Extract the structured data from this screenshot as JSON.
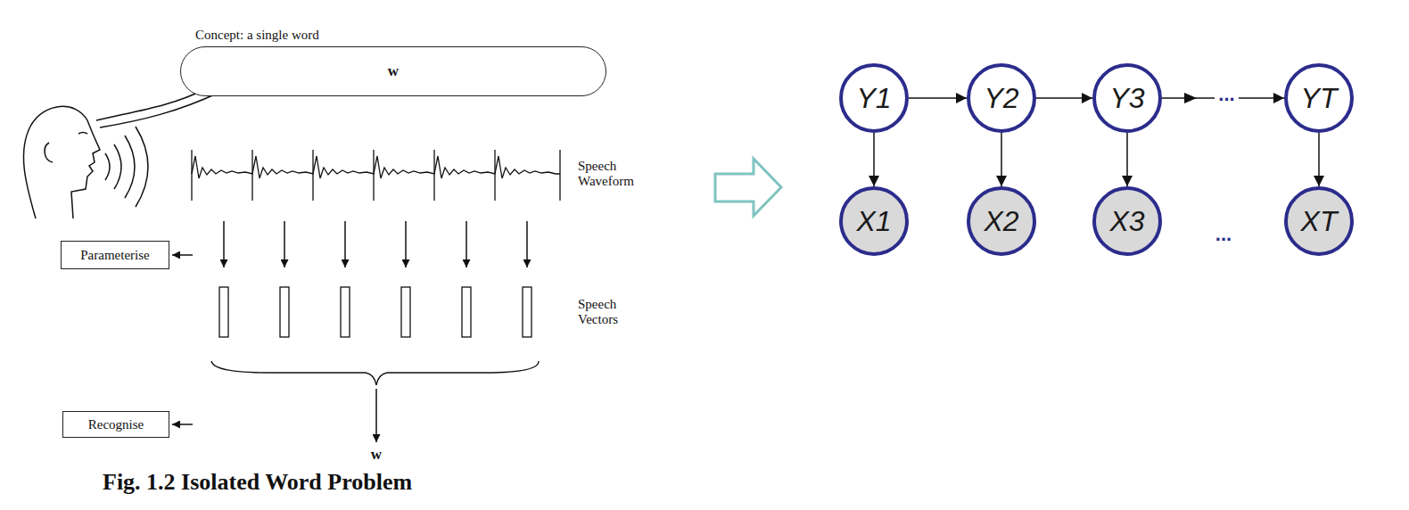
{
  "diagram": {
    "caption": "Fig. 1.2 Isolated Word Problem",
    "nodes": [
      {
        "text": [
          "Concept: a single word",
          "w"
        ]
      },
      {
        "text": [
          "Parameterise"
        ]
      },
      {
        "text": [
          "Recognise"
        ]
      },
      {
        "text": [
          "Y1"
        ]
      },
      {
        "text": [
          "Y2"
        ]
      },
      {
        "text": [
          "Y3"
        ]
      },
      {
        "text": [
          "YT"
        ]
      },
      {
        "text": [
          "X1"
        ]
      },
      {
        "text": [
          "X2"
        ]
      },
      {
        "text": [
          "X3"
        ]
      },
      {
        "text": [
          "XT"
        ]
      }
    ],
    "edges": [
      {
        "from": 3,
        "to": 4,
        "arrow": "to"
      },
      {
        "from": 4,
        "to": 5,
        "arrow": "to"
      },
      {
        "from": 5,
        "to": 6,
        "label": "...",
        "arrow": "to"
      },
      {
        "from": 3,
        "to": 7,
        "arrow": "to"
      },
      {
        "from": 4,
        "to": 8,
        "arrow": "to"
      },
      {
        "from": 5,
        "to": 9,
        "arrow": "to"
      },
      {
        "from": 6,
        "to": 10,
        "arrow": "to"
      }
    ],
    "labels": [
      "Speech Waveform",
      "Speech Vectors",
      "w",
      "..."
    ]
  }
}
